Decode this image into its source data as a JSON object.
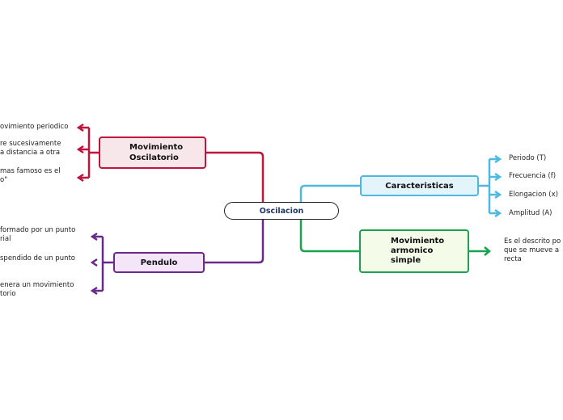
{
  "root": {
    "label": "Oscilacion"
  },
  "branches": {
    "movimiento_oscilatorio": {
      "label_line1": "Movimiento",
      "label_line2": "Oscilatorio",
      "color": "#c0143c",
      "leaves": [
        {
          "lines": [
            "ovimiento periodico"
          ]
        },
        {
          "lines": [
            "re sucesivamente",
            "a distancia a otra"
          ]
        },
        {
          "lines": [
            "mas famoso es el",
            "o\""
          ]
        }
      ]
    },
    "pendulo": {
      "label": "Pendulo",
      "color": "#6a2a8c",
      "leaves": [
        {
          "lines": [
            "formado por un punto",
            "rial"
          ]
        },
        {
          "lines": [
            "spendido de un punto"
          ]
        },
        {
          "lines": [
            "enera un movimiento",
            "torio"
          ]
        }
      ]
    },
    "caracteristicas": {
      "label": "Caracteristicas",
      "color": "#4fb8e0",
      "leaves": [
        {
          "lines": [
            "Periodo (T)"
          ]
        },
        {
          "lines": [
            "Frecuencia (f)"
          ]
        },
        {
          "lines": [
            "Elongacion (x)"
          ]
        },
        {
          "lines": [
            "Amplitud (A)"
          ]
        }
      ]
    },
    "movimiento_armonico_simple": {
      "label_line1": "Movimiento",
      "label_line2": "armonico",
      "label_line3": "simple",
      "color": "#1aa24f",
      "leaves": [
        {
          "lines": [
            "Es el descrito po",
            "que se mueve a",
            "recta"
          ]
        }
      ]
    }
  }
}
